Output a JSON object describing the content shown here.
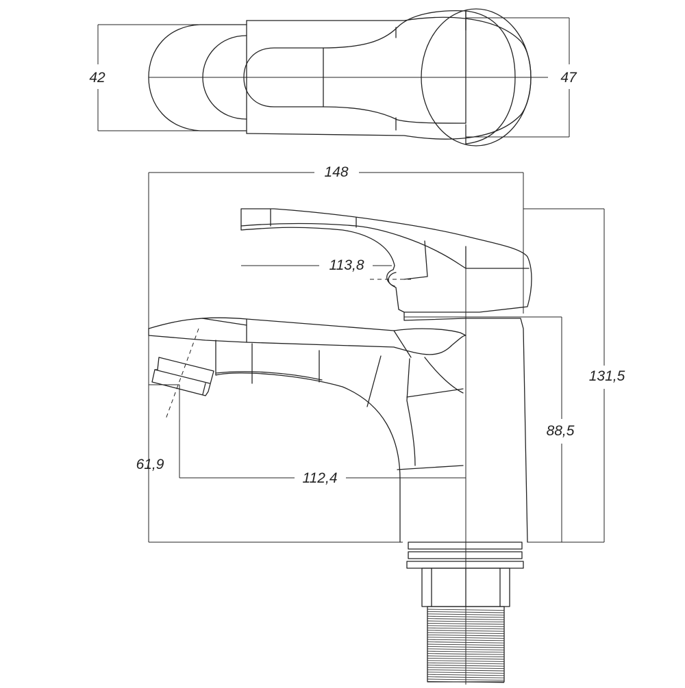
{
  "dimensions": {
    "top_view_height": "42",
    "top_view_handle_height": "47",
    "overall_width": "148",
    "handle_reach": "113,8",
    "overall_height": "131,5",
    "body_height": "88,5",
    "spout_height": "61,9",
    "spout_reach": "112,4"
  },
  "views": [
    "top-view",
    "side-view"
  ],
  "line_color": "#222222",
  "background_color": "#ffffff"
}
